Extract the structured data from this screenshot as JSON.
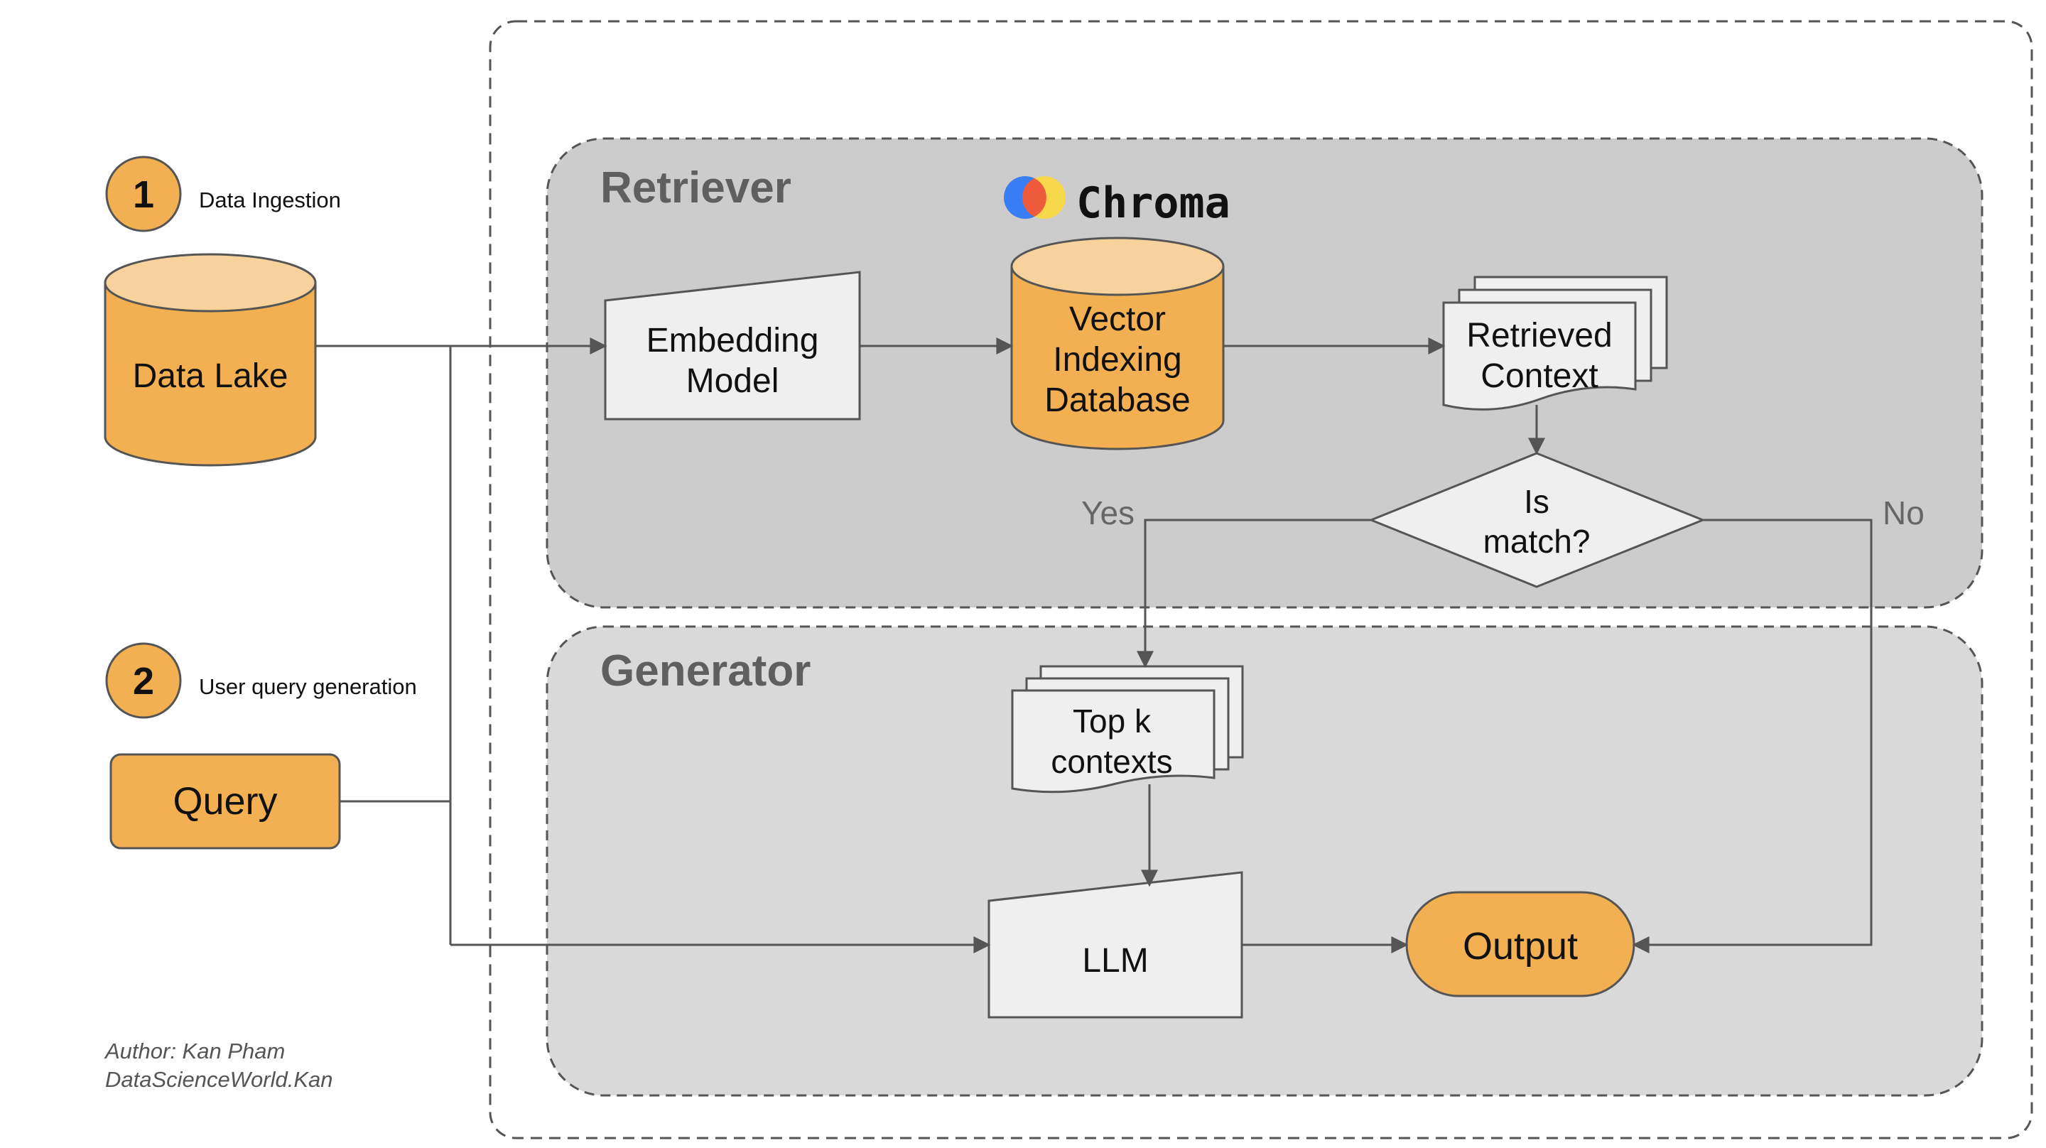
{
  "colors": {
    "orange": "#f2b052",
    "orange_light": "#f7d29d",
    "stroke": "#555555",
    "retriever_bg": "#cccccc",
    "generator_bg": "#d9d9d9",
    "box_fill": "#efefef",
    "chroma_blue": "#3a7ef5",
    "chroma_red": "#f05a3c",
    "chroma_yellow": "#f9d843"
  },
  "steps": [
    {
      "number": "1",
      "label": "Data Ingestion"
    },
    {
      "number": "2",
      "label": "User query generation"
    }
  ],
  "nodes": {
    "data_lake": "Data Lake",
    "query": "Query",
    "embedding_model": [
      "Embedding",
      "Model"
    ],
    "vector_db": [
      "Vector",
      "Indexing",
      "Database"
    ],
    "retrieved_context": [
      "Retrieved",
      "Context"
    ],
    "is_match": [
      "Is",
      "match?"
    ],
    "top_k": [
      "Top k",
      "contexts"
    ],
    "llm": "LLM",
    "output": "Output"
  },
  "sections": {
    "retriever": "Retriever",
    "generator": "Generator"
  },
  "logo": {
    "text": "Chroma",
    "icon": "chroma-logo-icon"
  },
  "edges": {
    "yes": "Yes",
    "no": "No"
  },
  "author": {
    "line1": "Author: Kan Pham",
    "line2": "DataScienceWorld.Kan"
  }
}
